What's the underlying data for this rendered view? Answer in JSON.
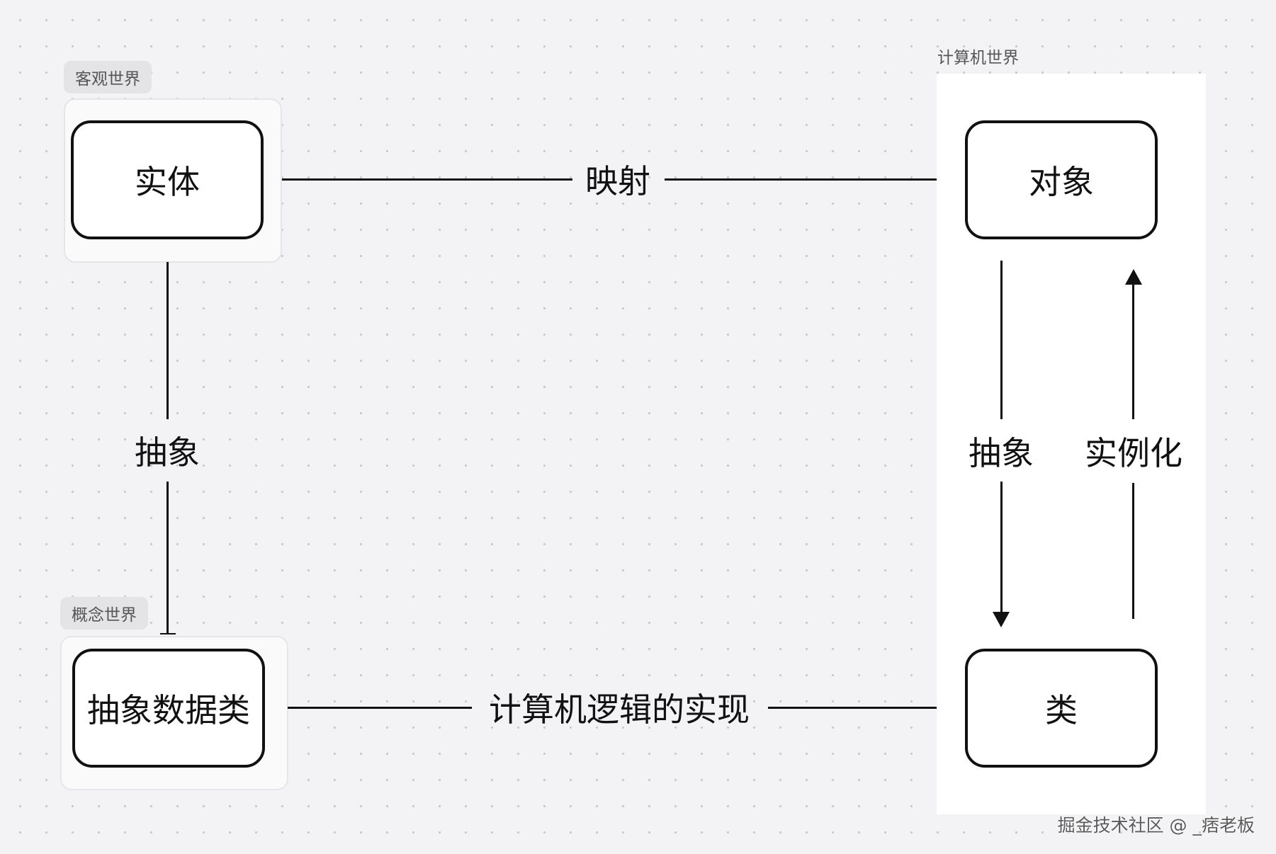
{
  "groups": {
    "objective_world": "客观世界",
    "concept_world": "概念世界",
    "computer_world": "计算机世界"
  },
  "nodes": {
    "entity": "实体",
    "abstract_data_class": "抽象数据类",
    "object": "对象",
    "class": "类"
  },
  "edges": {
    "entity_to_object": "映射",
    "entity_to_adt": "抽象",
    "adt_to_class": "计算机逻辑的实现",
    "object_to_class": "抽象",
    "class_to_object": "实例化"
  },
  "watermark": "掘金技术社区 @ _痞老板"
}
